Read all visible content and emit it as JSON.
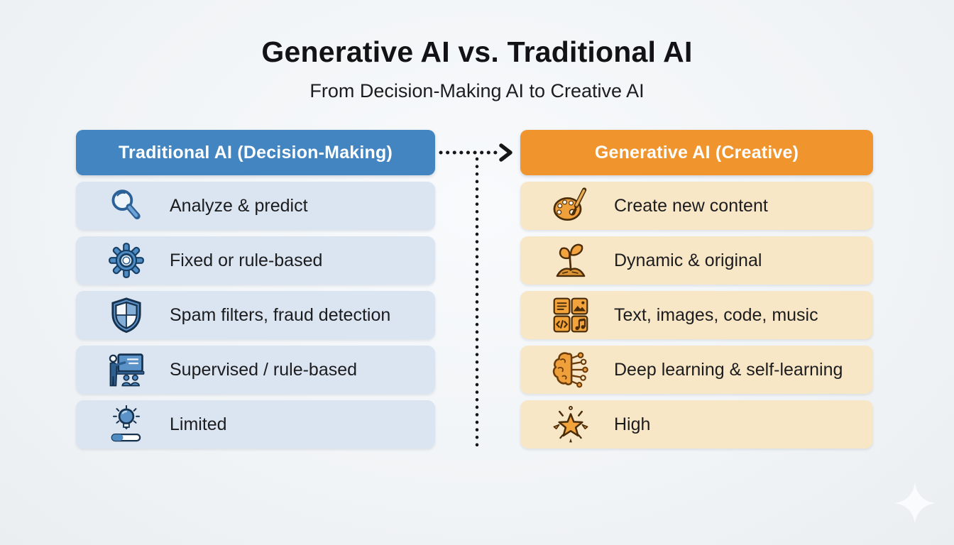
{
  "title": "Generative AI vs. Traditional AI",
  "subtitle": "From Decision-Making AI to Creative AI",
  "colors": {
    "traditional-header": "#4285c0",
    "traditional-row": "#dbe5f1",
    "generative-header": "#f0952d",
    "generative-row": "#f8e7c6",
    "arrow": "#161616",
    "text": "#1c1c1e",
    "header-text": "#ffffff"
  },
  "traditional": {
    "header": "Traditional AI (Decision-Making)",
    "rows": [
      {
        "icon": "magnifier-icon",
        "label": "Analyze & predict"
      },
      {
        "icon": "gear-icon",
        "label": "Fixed or rule-based"
      },
      {
        "icon": "shield-icon",
        "label": "Spam filters, fraud detection"
      },
      {
        "icon": "teacher-icon",
        "label": "Supervised / rule-based"
      },
      {
        "icon": "bulb-progress-icon",
        "label": "Limited"
      }
    ]
  },
  "generative": {
    "header": "Generative AI (Creative)",
    "rows": [
      {
        "icon": "palette-icon",
        "label": "Create new content"
      },
      {
        "icon": "sprout-icon",
        "label": "Dynamic & original"
      },
      {
        "icon": "media-grid-icon",
        "label": "Text, images, code, music"
      },
      {
        "icon": "brain-circuit-icon",
        "label": "Deep learning & self-learning"
      },
      {
        "icon": "star-icon",
        "label": "High"
      }
    ]
  }
}
